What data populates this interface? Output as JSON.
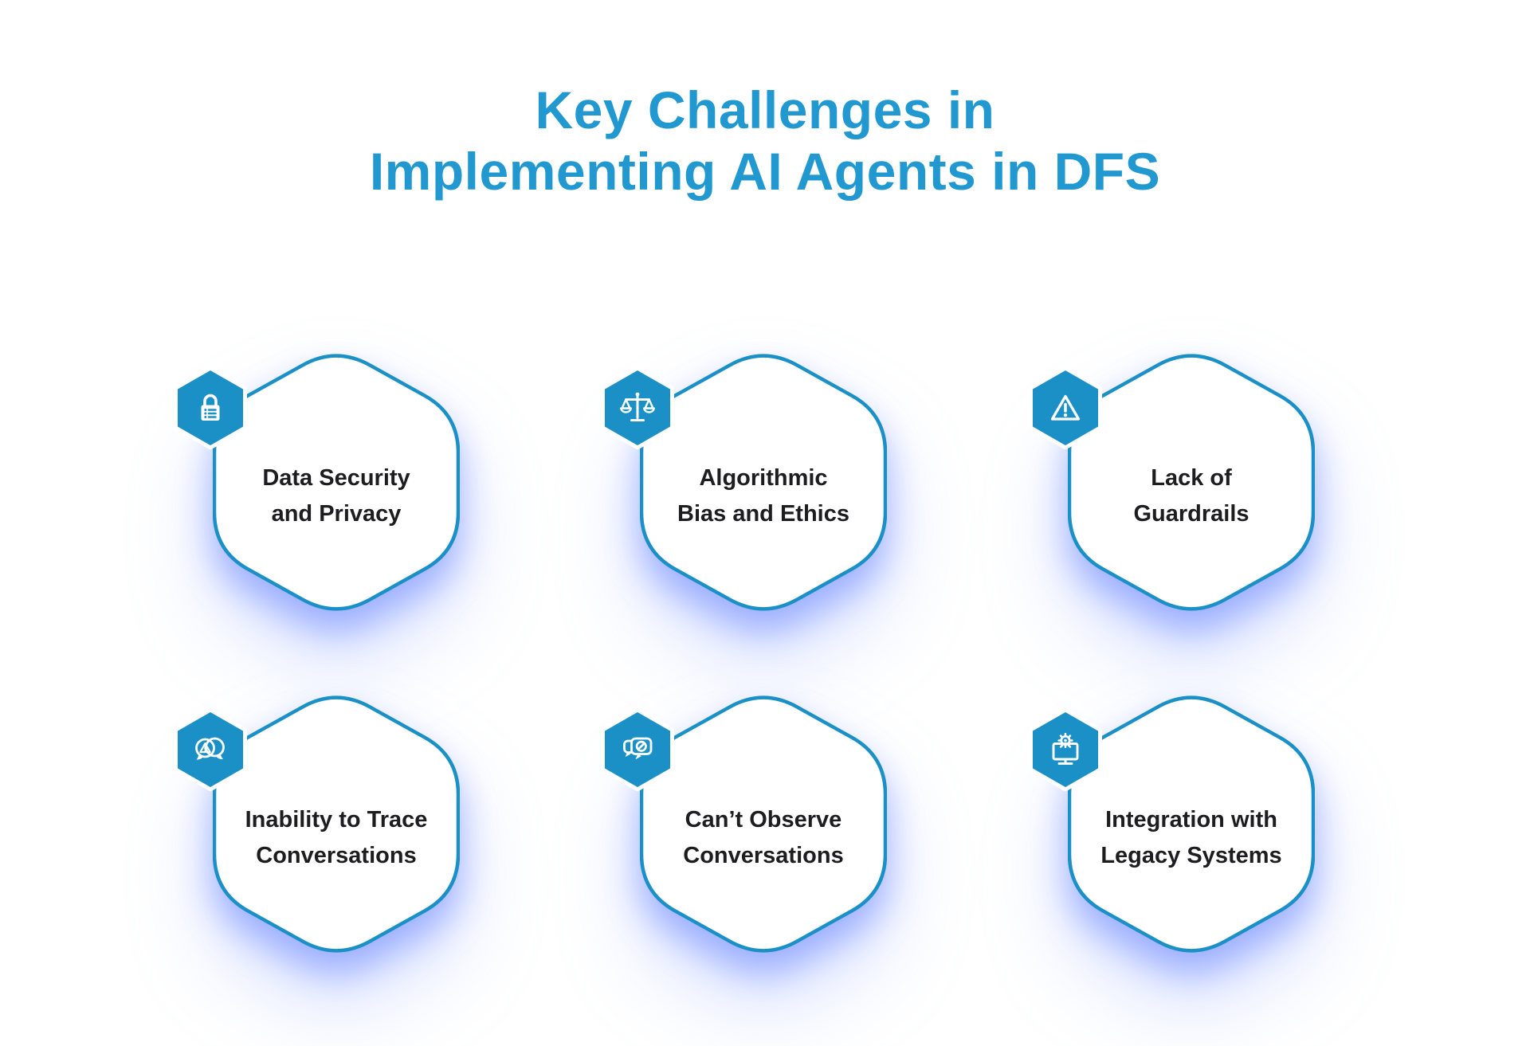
{
  "title": "Key Challenges in\nImplementing AI Agents in DFS",
  "colors": {
    "accent_blue": "#1b90c6",
    "title_blue": "#2198cf",
    "card_text": "#1d1d1f",
    "glow_blue": "#5676ff",
    "card_fill": "#ffffff"
  },
  "cards": [
    {
      "label": "Data Security\nand Privacy",
      "icon": "lock-icon"
    },
    {
      "label": "Algorithmic\nBias and Ethics",
      "icon": "scales-icon"
    },
    {
      "label": "Lack of\nGuardrails",
      "icon": "warning-icon"
    },
    {
      "label": "Inability to Trace\nConversations",
      "icon": "chat-warning-icon"
    },
    {
      "label": "Can’t Observe\nConversations",
      "icon": "chat-blocked-icon"
    },
    {
      "label": "Integration with\nLegacy Systems",
      "icon": "monitor-gear-icon"
    }
  ]
}
